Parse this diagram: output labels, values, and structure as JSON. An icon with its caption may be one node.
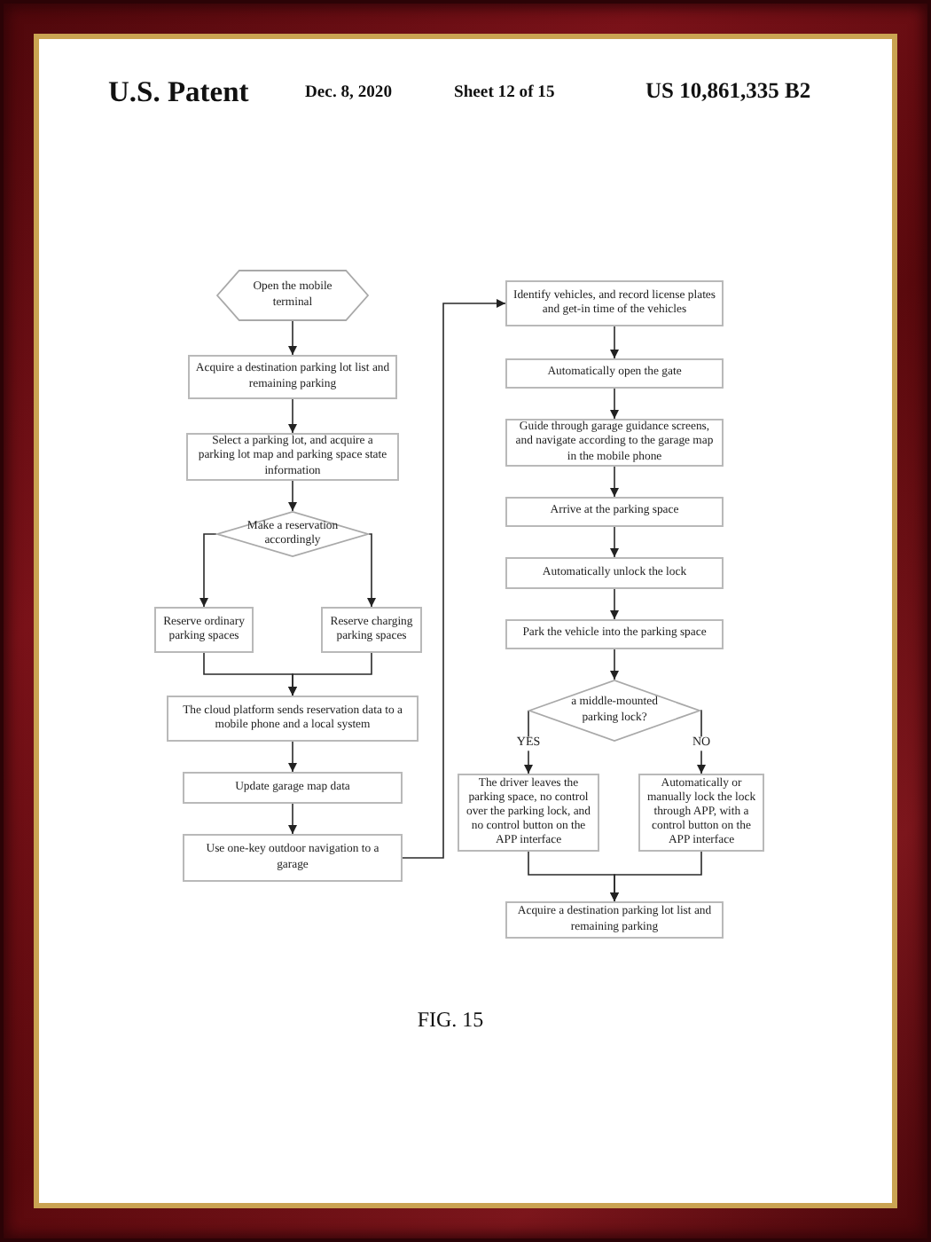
{
  "diagram": {
    "caption": "FIG. 15",
    "nodes": [
      {
        "text": [
          "Open the mobile terminal"
        ]
      },
      {
        "text": [
          "Acquire a destination parking lot list and remaining parking"
        ]
      },
      {
        "text": [
          "Select a parking lot, and acquire a parking lot map and parking space state information"
        ]
      },
      {
        "text": [
          "Make a reservation accordingly"
        ]
      },
      {
        "text": [
          "Reserve ordinary parking spaces"
        ]
      },
      {
        "text": [
          "Reserve charging parking spaces"
        ]
      },
      {
        "text": [
          "The cloud platform sends reservation data to a mobile phone and a local system"
        ]
      },
      {
        "text": [
          "Update garage map data"
        ]
      },
      {
        "text": [
          "Use one-key outdoor navigation to a garage"
        ]
      },
      {
        "text": [
          "Identify vehicles, and record license plates and get-in time of the vehicles"
        ]
      },
      {
        "text": [
          "Automatically open the gate"
        ]
      },
      {
        "text": [
          "Guide through garage guidance screens, and navigate according to the garage map in the mobile phone"
        ]
      },
      {
        "text": [
          "Arrive at the parking space"
        ]
      },
      {
        "text": [
          "Automatically unlock the lock"
        ]
      },
      {
        "text": [
          "Park the vehicle into the parking space"
        ]
      },
      {
        "text": [
          "a middle-mounted parking lock?"
        ]
      },
      {
        "text": [
          "The driver leaves the parking space, no control over the parking lock, and no control button on the APP interface"
        ]
      },
      {
        "text": [
          "Automatically or manually lock the lock through APP, with a control button on the APP interface"
        ]
      },
      {
        "text": [
          "Acquire a destination parking lot list and remaining parking"
        ]
      }
    ],
    "edges": [
      {
        "from": 0,
        "to": 1,
        "arrow": "to"
      },
      {
        "from": 1,
        "to": 2,
        "arrow": "to"
      },
      {
        "from": 2,
        "to": 3,
        "arrow": "to"
      },
      {
        "from": 3,
        "to": 4,
        "arrow": "to"
      },
      {
        "from": 3,
        "to": 5,
        "arrow": "to"
      },
      {
        "from": 4,
        "to": 6,
        "arrow": "to"
      },
      {
        "from": 5,
        "to": 6,
        "arrow": "to"
      },
      {
        "from": 6,
        "to": 7,
        "arrow": "to"
      },
      {
        "from": 7,
        "to": 8,
        "arrow": "to"
      },
      {
        "from": 8,
        "to": 9,
        "arrow": "to"
      },
      {
        "from": 9,
        "to": 10,
        "arrow": "to"
      },
      {
        "from": 10,
        "to": 11,
        "arrow": "to"
      },
      {
        "from": 11,
        "to": 12,
        "arrow": "to"
      },
      {
        "from": 12,
        "to": 13,
        "arrow": "to"
      },
      {
        "from": 13,
        "to": 14,
        "arrow": "to"
      },
      {
        "from": 14,
        "to": 15,
        "arrow": "to"
      },
      {
        "from": 15,
        "to": 16,
        "label": "YES",
        "arrow": "to"
      },
      {
        "from": 15,
        "to": 17,
        "label": "NO",
        "arrow": "to"
      },
      {
        "from": 16,
        "to": 18,
        "arrow": "to"
      },
      {
        "from": 17,
        "to": 18,
        "arrow": "to"
      }
    ],
    "labels": [
      "U.S. Patent",
      "Dec. 8, 2020",
      "Sheet 12 of 15",
      "US 10,861,335 B2"
    ]
  }
}
